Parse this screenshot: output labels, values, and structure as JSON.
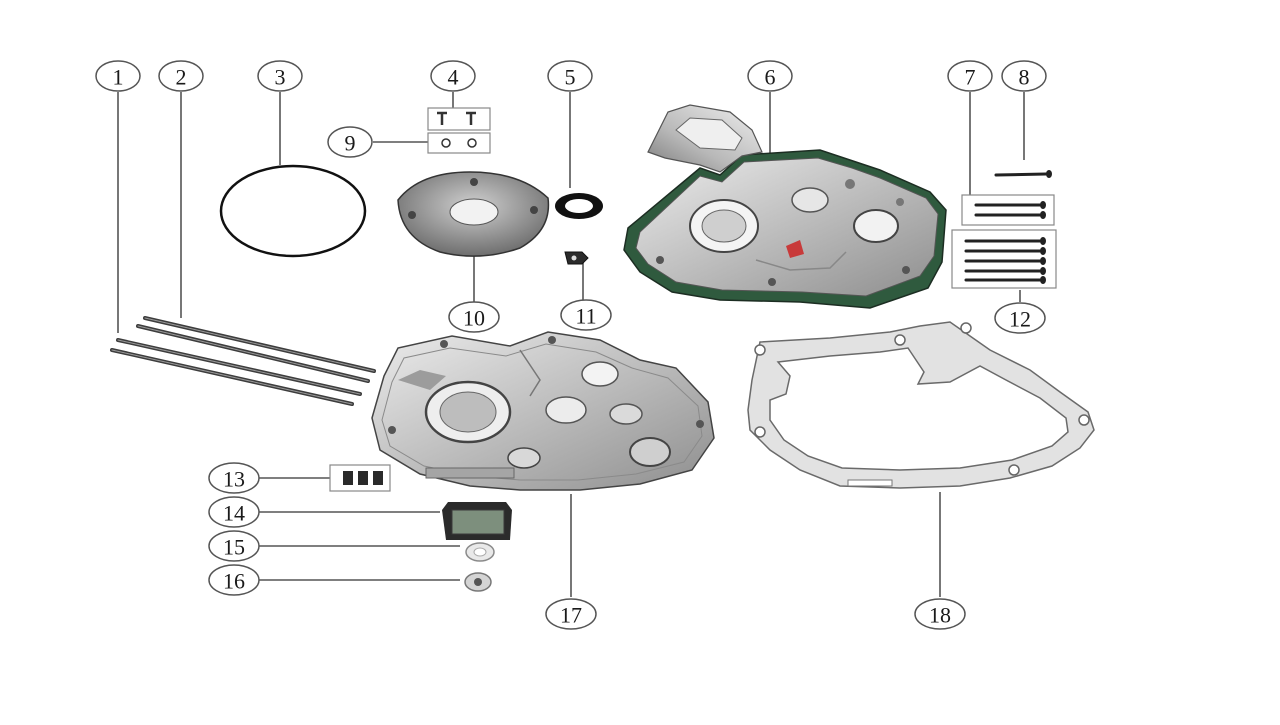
{
  "callouts": [
    {
      "number": "1"
    },
    {
      "number": "2"
    },
    {
      "number": "3"
    },
    {
      "number": "4"
    },
    {
      "number": "5"
    },
    {
      "number": "6"
    },
    {
      "number": "7"
    },
    {
      "number": "8"
    },
    {
      "number": "9"
    },
    {
      "number": "10"
    },
    {
      "number": "11"
    },
    {
      "number": "12"
    },
    {
      "number": "13"
    },
    {
      "number": "14"
    },
    {
      "number": "15"
    },
    {
      "number": "16"
    },
    {
      "number": "17"
    },
    {
      "number": "18"
    }
  ],
  "colors": {
    "background": "#ffffff",
    "line": "#555555",
    "aluminum_light": "#d6d6d6",
    "aluminum_dark": "#8e8e8e",
    "gasket_sealant": "#2f5a3e",
    "accent_red": "#c83a3a"
  }
}
